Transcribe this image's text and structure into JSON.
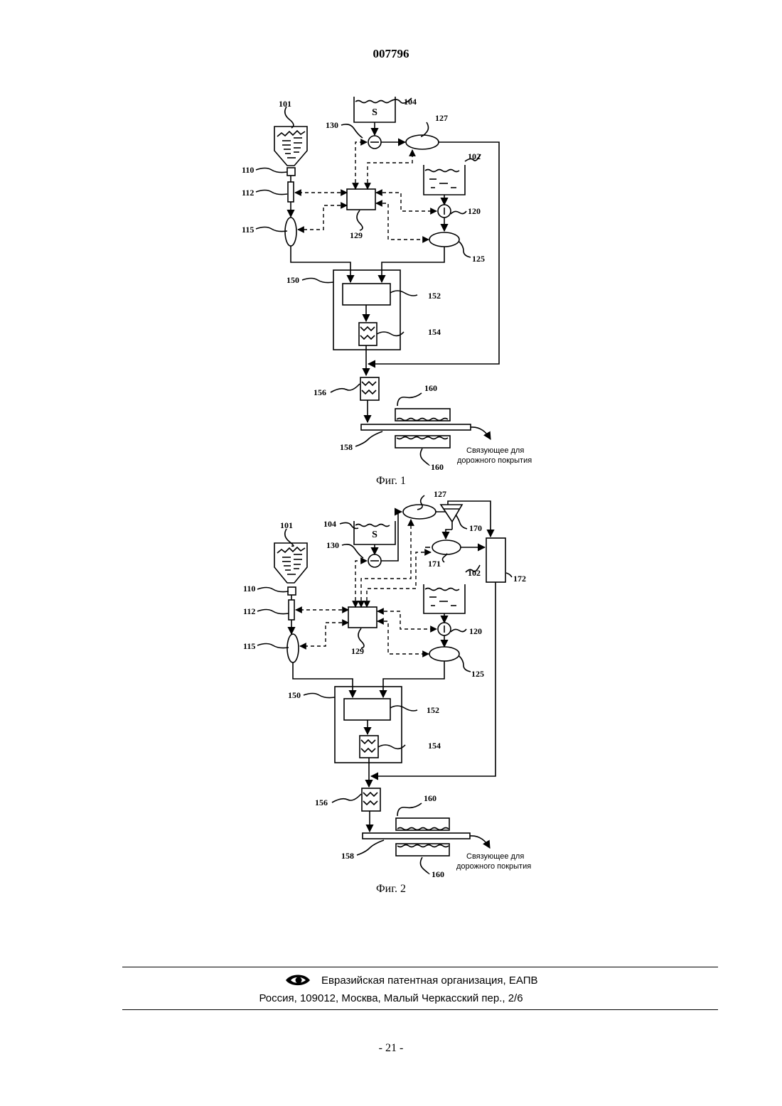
{
  "header": {
    "doc_number": "007796"
  },
  "fig1": {
    "caption": "Фиг. 1",
    "labels": {
      "l101": "101",
      "l104": "104",
      "l130": "130",
      "l127": "127",
      "l102": "102",
      "l110": "110",
      "l112": "112",
      "l115": "115",
      "l129": "129",
      "l120": "120",
      "l125": "125",
      "l150": "150",
      "l152": "152",
      "l154": "154",
      "l156": "156",
      "l160a": "160",
      "l158": "158",
      "l160b": "160"
    },
    "tank_symbol": "S",
    "output_line1": "Связующее для",
    "output_line2": "дорожного покрытия"
  },
  "fig2": {
    "caption": "Фиг. 2",
    "labels": {
      "l127": "127",
      "l104": "104",
      "l170": "170",
      "l101": "101",
      "l130": "130",
      "l171": "171",
      "l102": "102",
      "l172": "172",
      "l110": "110",
      "l112": "112",
      "l115": "115",
      "l129": "129",
      "l120": "120",
      "l125": "125",
      "l150": "150",
      "l152": "152",
      "l154": "154",
      "l156": "156",
      "l160a": "160",
      "l158": "158",
      "l160b": "160"
    },
    "tank_symbol": "S",
    "output_line1": "Связующее для",
    "output_line2": "дорожного покрытия"
  },
  "footer": {
    "organization": "Евразийская патентная организация, ЕАПВ",
    "address": "Россия, 109012, Москва, Малый Черкасский пер., 2/6",
    "logo_icon": "eapo-eye-icon"
  },
  "page_number": "- 21 -"
}
